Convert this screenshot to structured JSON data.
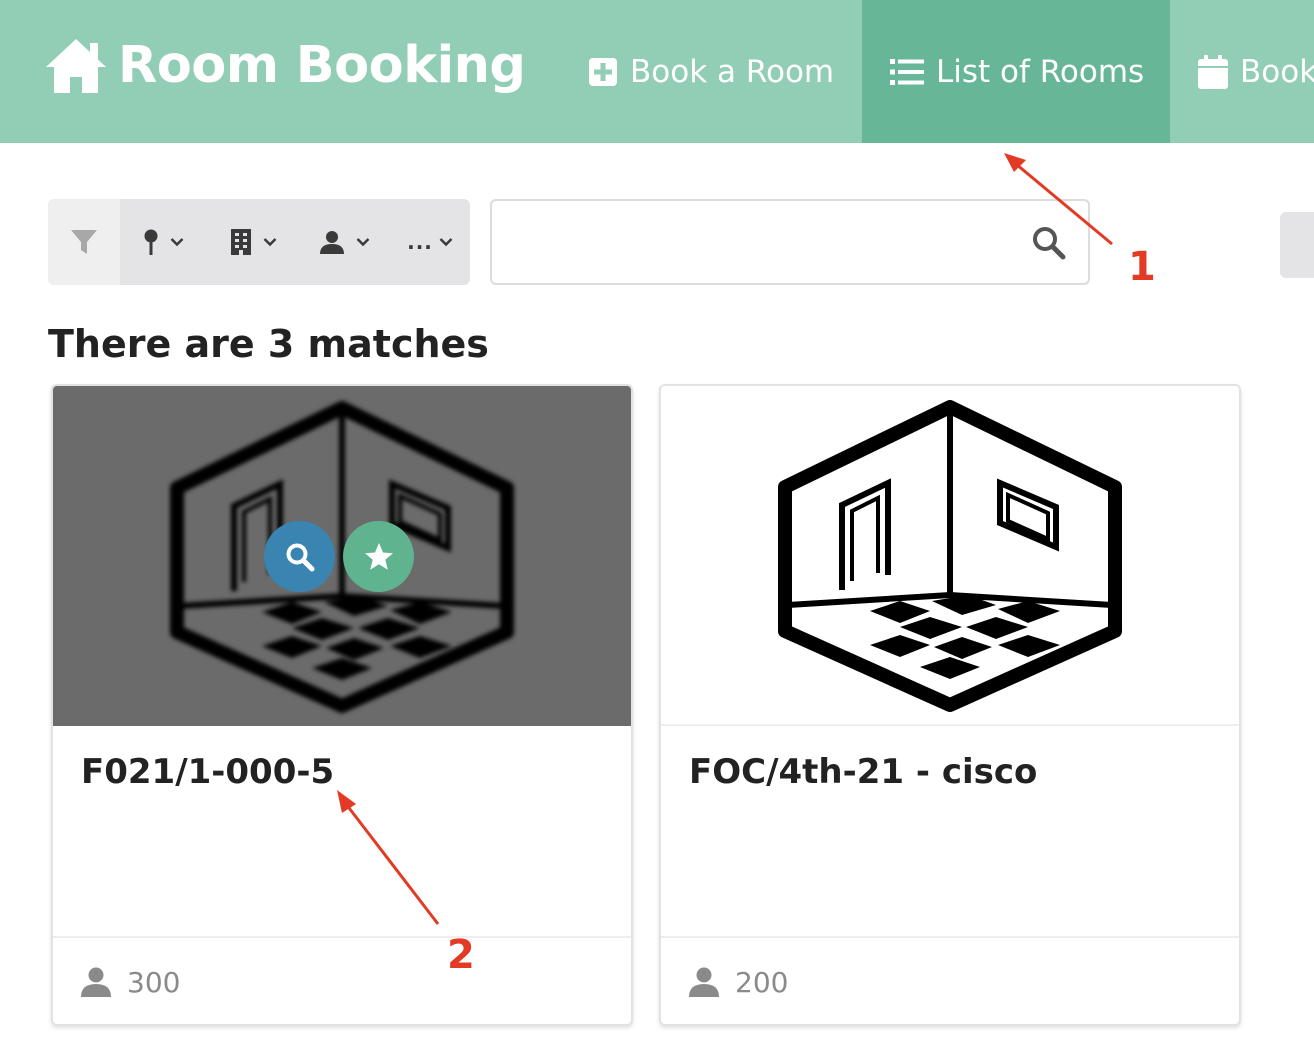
{
  "header": {
    "brand_title": "Room Booking",
    "brand_icon": "home-icon",
    "nav": [
      {
        "label": "Book a Room",
        "icon": "plus-square-icon",
        "active": false
      },
      {
        "label": "List of Rooms",
        "icon": "list-icon",
        "active": true
      },
      {
        "label": "Bookings",
        "icon": "calendar-icon",
        "active": false
      }
    ],
    "colors": {
      "bar": "#92cdb5",
      "active": "#66b697"
    }
  },
  "filters": {
    "icons": [
      "filter-icon",
      "map-pin-icon",
      "building-icon",
      "user-icon",
      "more-icon"
    ],
    "more_label": "..."
  },
  "search": {
    "value": "",
    "placeholder": ""
  },
  "results": {
    "heading": "There are 3 matches"
  },
  "rooms": [
    {
      "name": "F021/1-000-5",
      "capacity": "300"
    },
    {
      "name": "FOC/4th-21 - cisco",
      "capacity": "200"
    }
  ],
  "annotations": {
    "label_1": "1",
    "label_2": "2",
    "color": "#e23a24"
  }
}
